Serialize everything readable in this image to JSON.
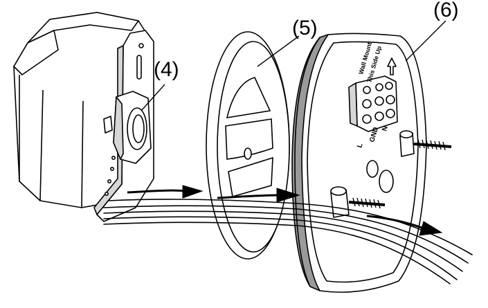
{
  "callouts": {
    "part4": "(4)",
    "part5": "(5)",
    "part6": "(6)"
  },
  "plate_markings": {
    "line1": "Wall Mount",
    "line2": "This Side Up",
    "pin_l": "L",
    "pin_gnd": "GND",
    "pin_n": "N"
  },
  "colors": {
    "ink": "#000000",
    "paper": "#ffffff",
    "shade": "#d6d6d6",
    "dark_shade": "#9a9a9a"
  }
}
